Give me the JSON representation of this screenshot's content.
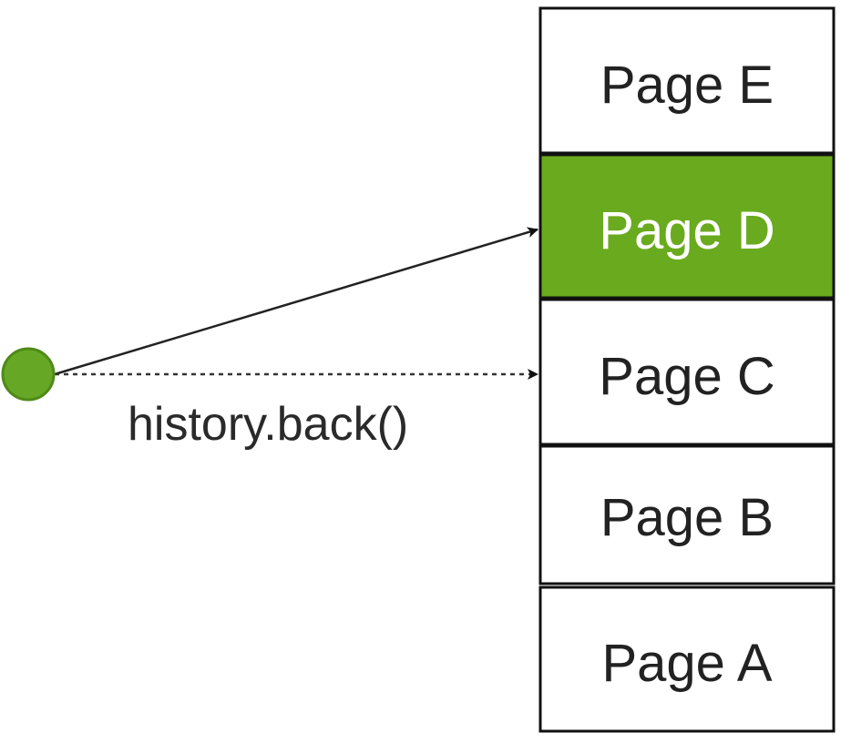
{
  "diagram": {
    "stack": [
      {
        "label": "Page E",
        "active": false
      },
      {
        "label": "Page D",
        "active": true
      },
      {
        "label": "Page C",
        "active": false
      },
      {
        "label": "Page B",
        "active": false
      },
      {
        "label": "Page A",
        "active": false
      }
    ],
    "edge_label": "history.back()",
    "colors": {
      "active_fill": "#6aaa1e",
      "active_text": "#ffffff",
      "page_fill": "#ffffff",
      "border": "#111111",
      "text": "#222222",
      "node_fill": "#66a825",
      "node_stroke": "#4f8a18"
    }
  }
}
